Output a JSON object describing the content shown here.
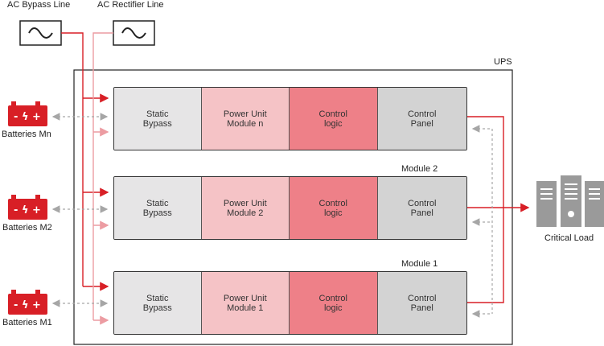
{
  "top_labels": {
    "bypass": "AC Bypass Line",
    "rectifier": "AC Rectifier Line"
  },
  "ups_label": "UPS",
  "critical_load": "Critical Load",
  "colors": {
    "red": "#d81f26",
    "pink": "#ec9ca2",
    "battery": "#d81f26"
  },
  "battery_icon_text": "- ϟ +",
  "batteries": [
    "Batteries Mn",
    "Batteries M2",
    "Batteries M1"
  ],
  "module_labels": [
    "",
    "Module 2",
    "Module 1"
  ],
  "modules": [
    {
      "static": "Static\nBypass",
      "power": "Power Unit\nModule n",
      "control": "Control\nlogic",
      "panel": "Control\nPanel"
    },
    {
      "static": "Static\nBypass",
      "power": "Power Unit\nModule 2",
      "control": "Control\nlogic",
      "panel": "Control\nPanel"
    },
    {
      "static": "Static\nBypass",
      "power": "Power Unit\nModule 1",
      "control": "Control\nlogic",
      "panel": "Control\nPanel"
    }
  ]
}
